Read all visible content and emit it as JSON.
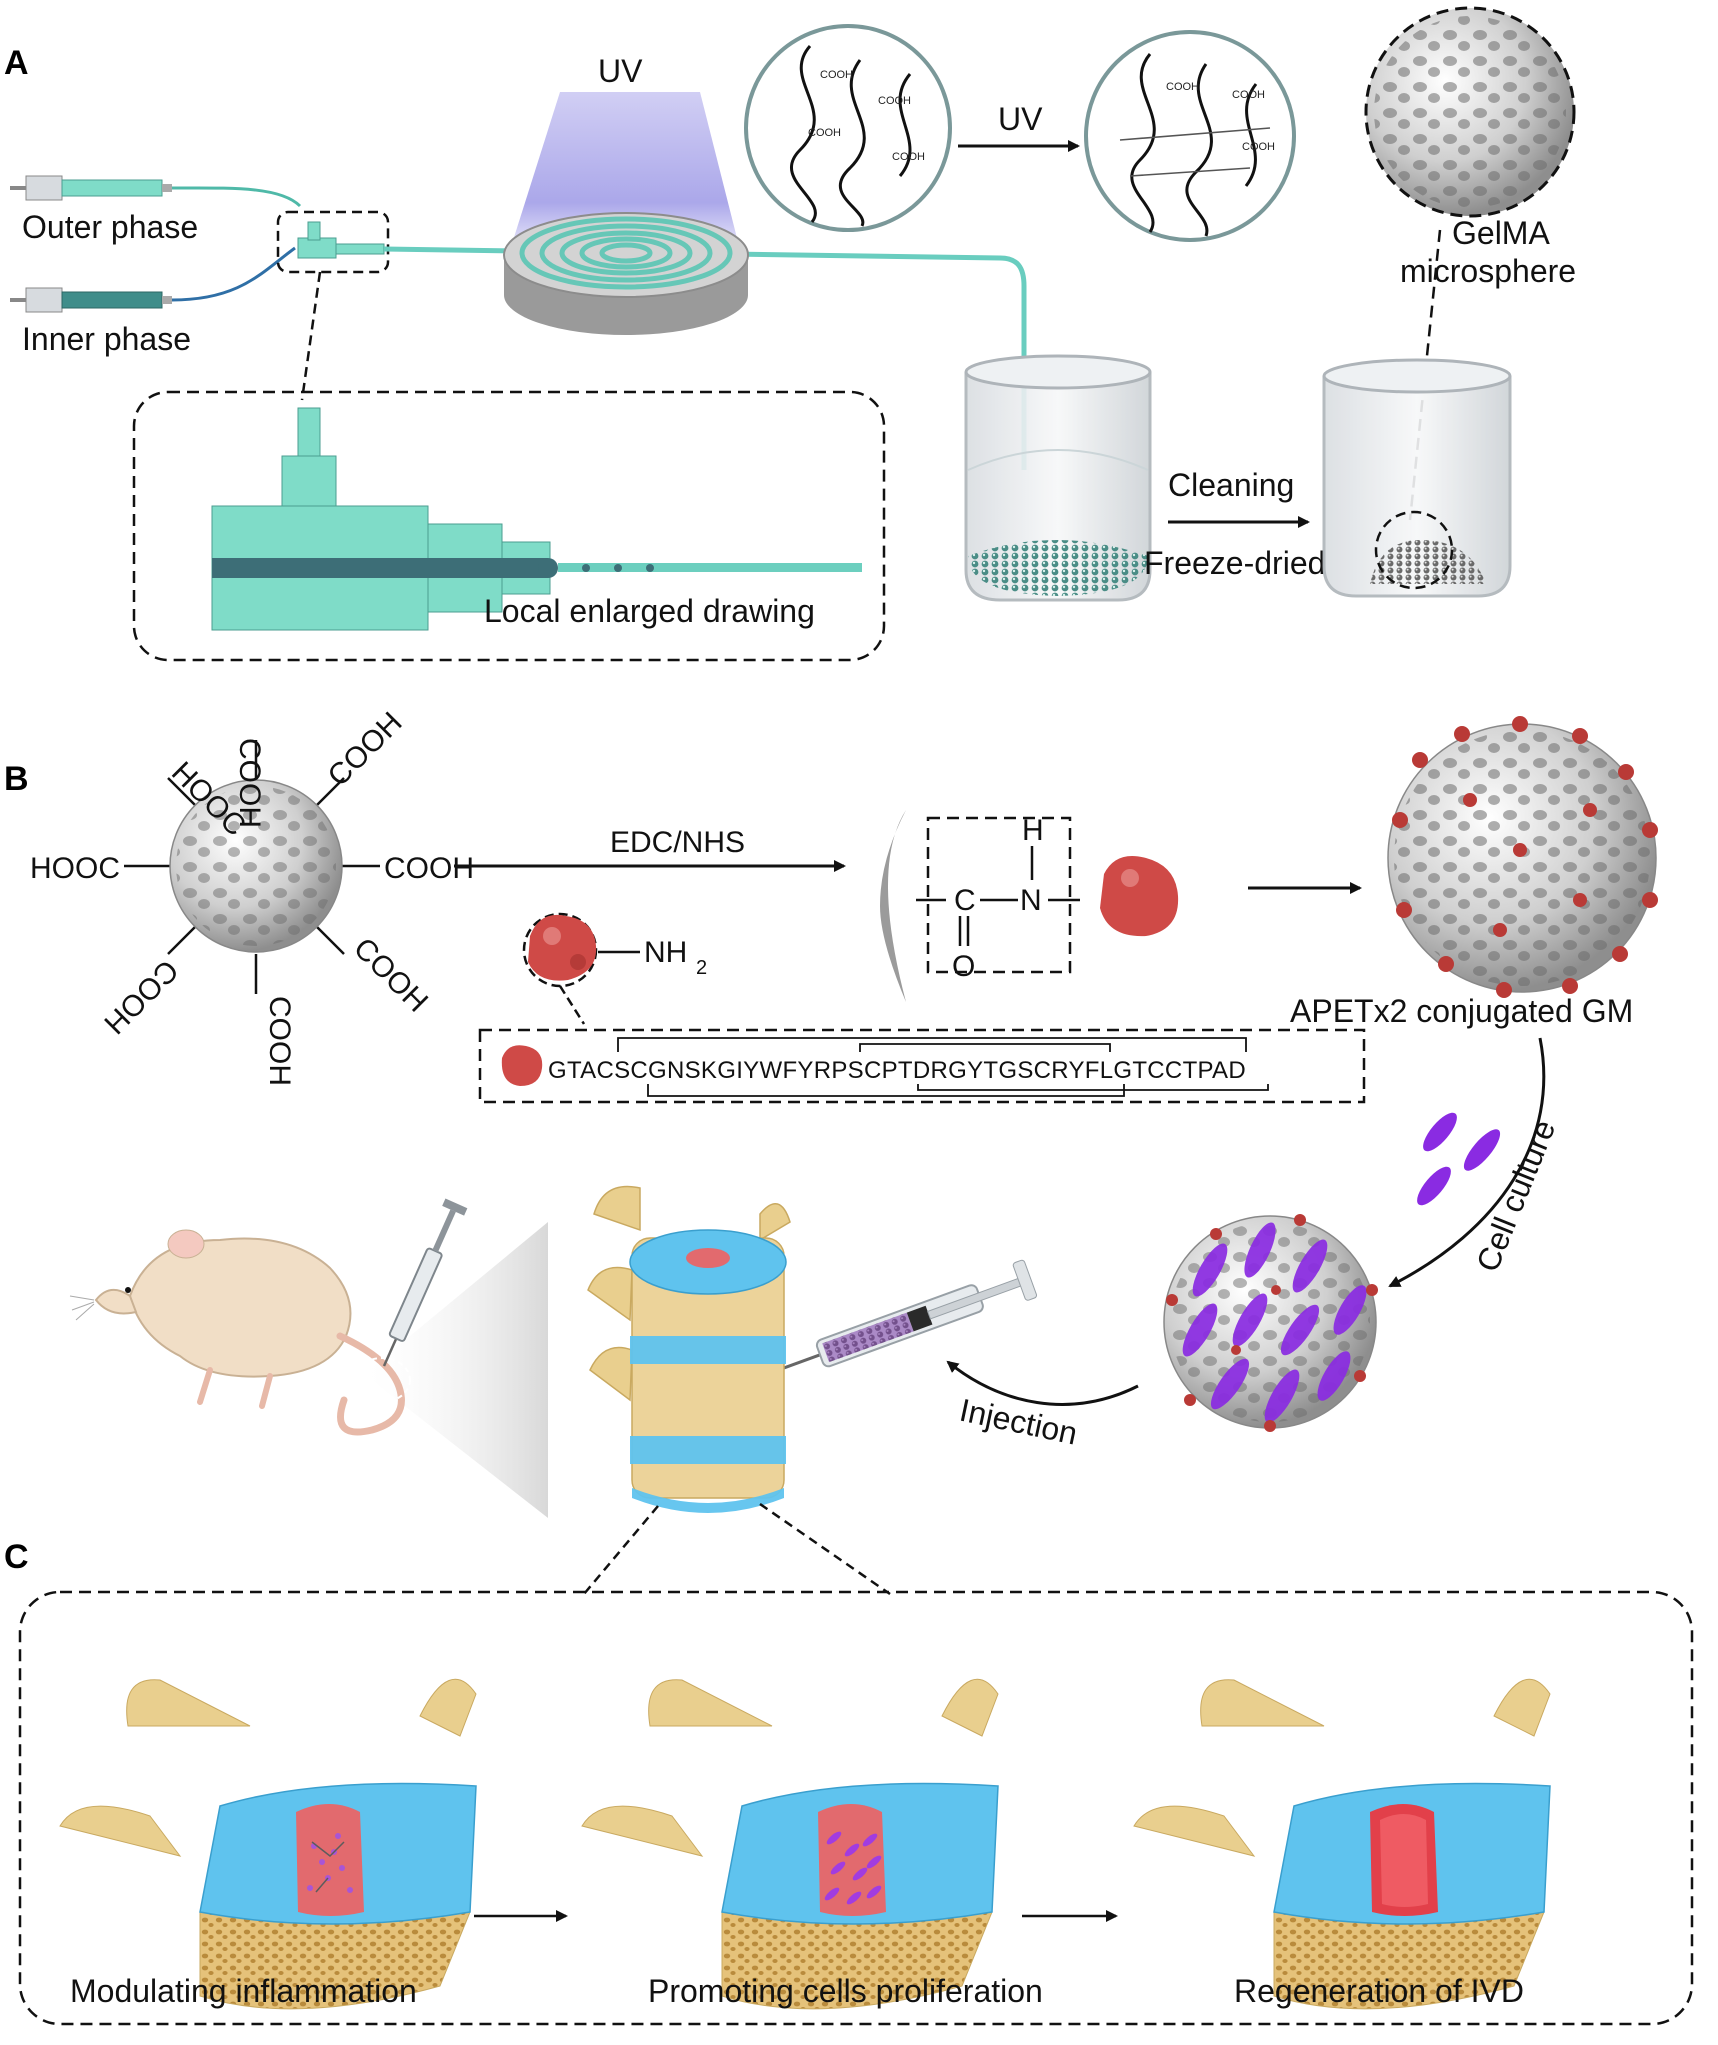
{
  "panels": {
    "a": "A",
    "b": "B",
    "c": "C"
  },
  "panel_a": {
    "outer_phase": "Outer phase",
    "inner_phase": "Inner phase",
    "uv_lamp": "UV",
    "uv_arrow": "UV",
    "local_enlarged": "Local enlarged drawing",
    "cleaning": "Cleaning",
    "freeze_dried": "Freeze-dried",
    "gelma_line1": "GelMA",
    "gelma_line2": "microsphere",
    "cooh_small": "COOH"
  },
  "panel_b": {
    "cooh": "COOH",
    "hooc": "HOOC",
    "edc_nhs": "EDC/NHS",
    "nh2": "NH",
    "nh2_sub": "2",
    "amide_h": "H",
    "amide_c": "C",
    "amide_n": "N",
    "amide_o": "O",
    "conjugated": "APETx2 conjugated GM",
    "sequence": "GTACSCGNSKGIYWFYRPSCPTDRGYTGSCRYFLGTCCTPAD",
    "cell_culture": "Cell culture",
    "injection": "Injection"
  },
  "panel_c": {
    "stage1": "Modulating inflammation",
    "stage2": "Promoting cells proliferation",
    "stage3": "Regeneration of IVD"
  },
  "colors": {
    "teal": "#6fd3c4",
    "teal_dark": "#3f9e92",
    "disc_blue": "#5fc3ee",
    "bone": "#e9cf8e",
    "nucleus_red": "#e26a6e",
    "cell_purple": "#8a2be2",
    "peptide_red": "#cf4a47"
  }
}
